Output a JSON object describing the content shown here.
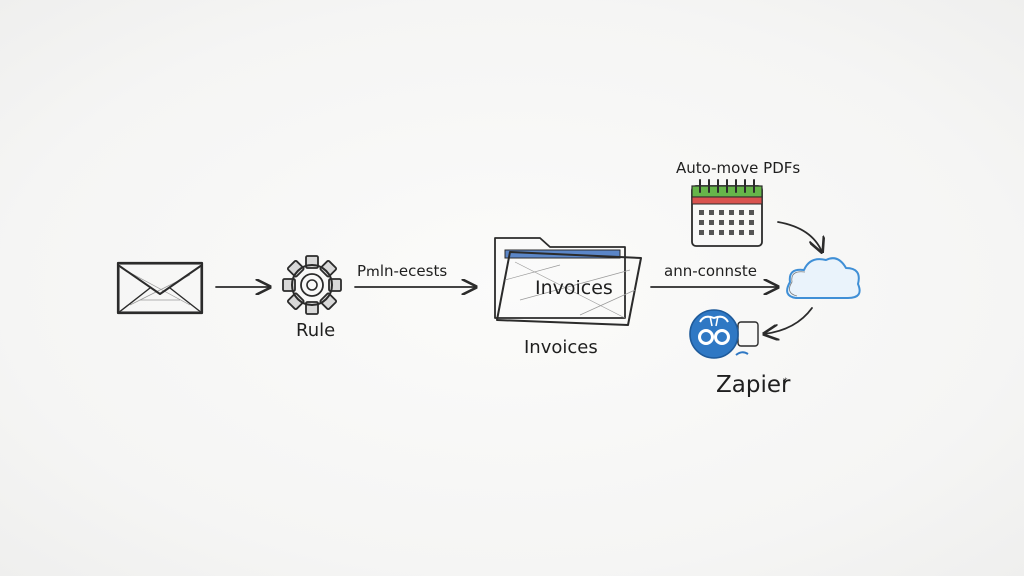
{
  "labels": {
    "rule": "Rule",
    "arrow_rule_to_folder": "Pՠln-ecests",
    "folder_inside": "Invoices",
    "folder_caption": "Invoices",
    "arrow_folder_to_cloud": "ann-connste",
    "calendar_caption": "Auto-move PDFs",
    "zapier": "Zapier",
    "zapier_mark": "*"
  },
  "icons": {
    "email": "envelope-icon",
    "rule": "gear-icon",
    "folder": "folder-icon",
    "calendar": "calendar-icon",
    "cloud": "cloud-icon",
    "zapier": "zapier-icon"
  },
  "colors": {
    "ink": "#2b2b2b",
    "folder_back": "#e0a94a",
    "folder_tab": "#c98e2e",
    "folder_back_blue": "#5b86c8",
    "calendar_green": "#66b54a",
    "calendar_red": "#d9534f",
    "zapier_blue": "#2f78c4",
    "cloud_blue": "#3f8fd6"
  }
}
